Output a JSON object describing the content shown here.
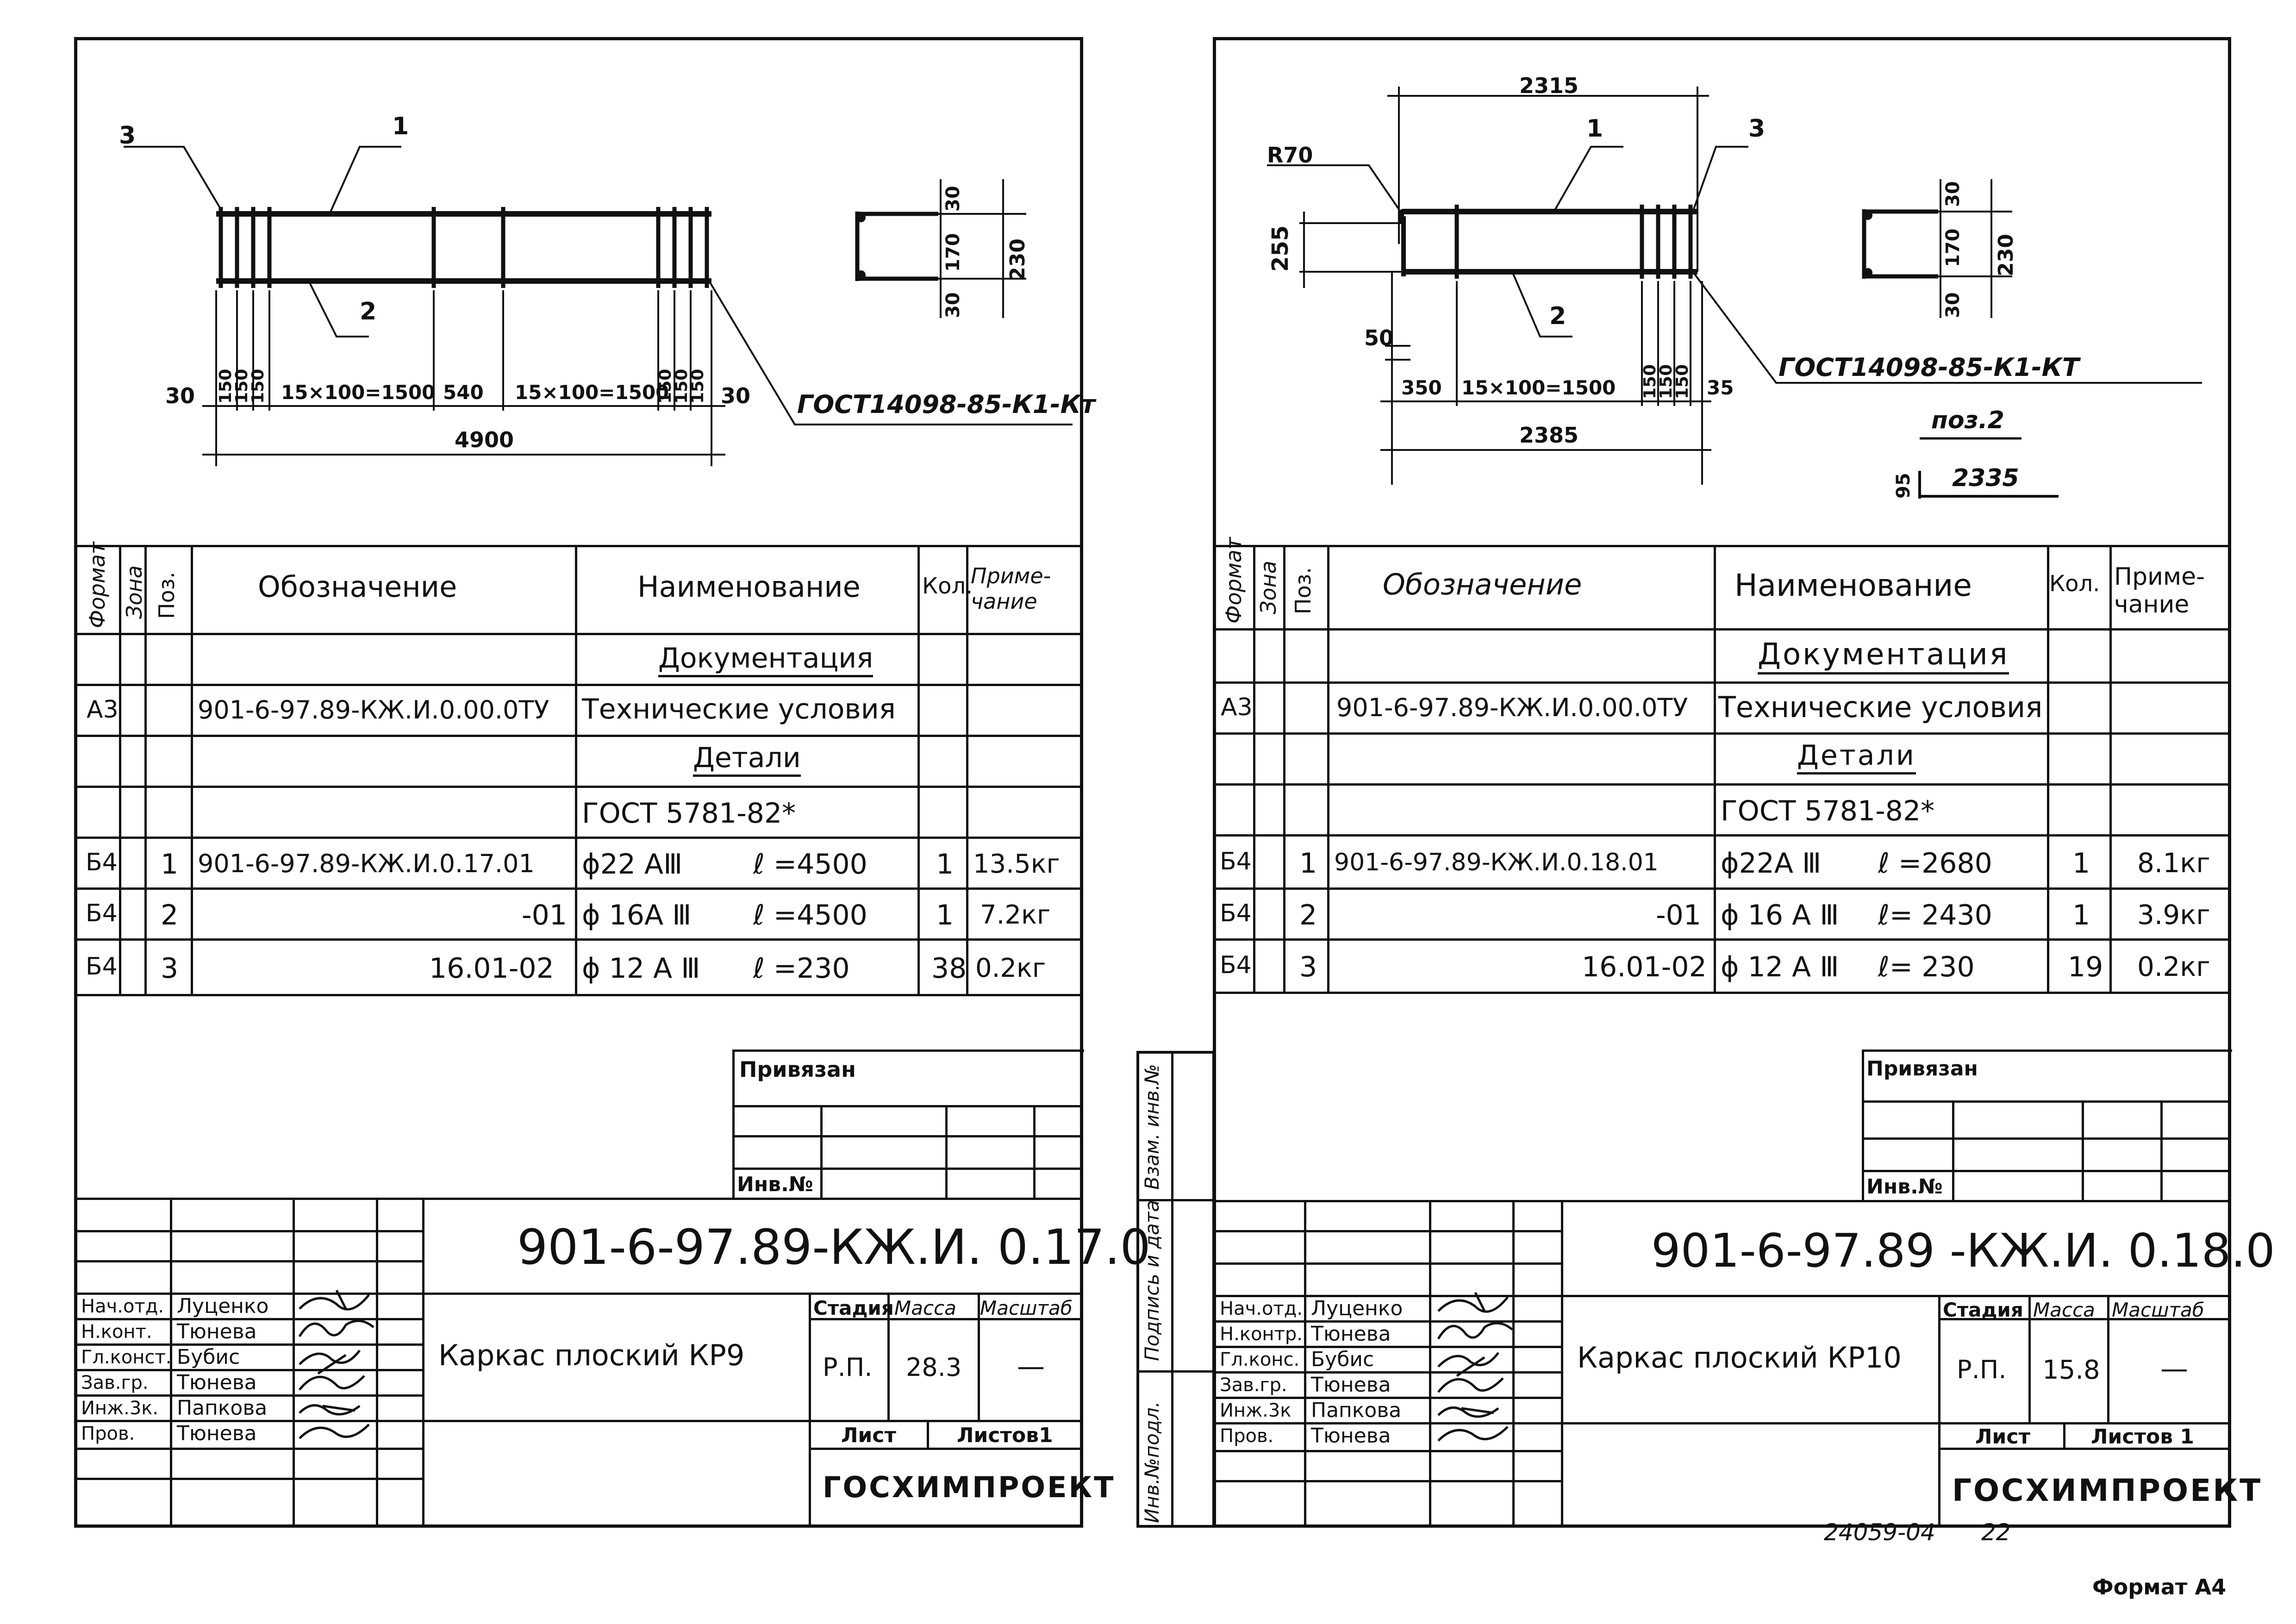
{
  "sheets": [
    {
      "drawing": {
        "callouts": [
          "3",
          "1",
          "2"
        ],
        "dims": [
          "30",
          "150",
          "150",
          "150",
          "15×100=1500",
          "540",
          "15×100=1500",
          "150",
          "150",
          "150",
          "30"
        ],
        "total": "4900",
        "gost": "ГОСТ14098-85-К1-Кт",
        "section": {
          "top": "30",
          "mid": "170",
          "bottom": "30",
          "total": "230"
        }
      },
      "table": {
        "headers": {
          "format": "Формат",
          "zone": "Зона",
          "pos": "Поз.",
          "designation": "Обозначение",
          "name": "Наименование",
          "qty": "Кол.",
          "note": "Приме-\nчание"
        },
        "section_doc": "Документация",
        "doc_row": {
          "format": "А3",
          "designation": "901-6-97.89-КЖ.И.0.00.0ТУ",
          "name": "Технические условия"
        },
        "section_parts": "Детали",
        "gost_row": {
          "name": "ГОСТ 5781-82*"
        },
        "items": [
          {
            "format": "Б4",
            "pos": "1",
            "designation": "901-6-97.89-КЖ.И.0.17.01",
            "dia": "ϕ22 АⅢ",
            "length": "ℓ =4500",
            "qty": "1",
            "note": "13.5кг"
          },
          {
            "format": "Б4",
            "pos": "2",
            "designation": "-01",
            "dia": "ϕ 16А Ⅲ",
            "length": "ℓ =4500",
            "qty": "1",
            "note": "7.2кг"
          },
          {
            "format": "Б4",
            "pos": "3",
            "designation": "16.01-02",
            "dia": "ϕ 12 А Ⅲ",
            "length": "ℓ =230",
            "qty": "38",
            "note": "0.2кг"
          }
        ]
      },
      "privyazan": "Привязан",
      "inv": "Инв.№",
      "title_block": {
        "code": "901-6-97.89-КЖ.И. 0.17.0",
        "name": "Каркас плоский КР9",
        "stage_label": "Стадия",
        "mass_label": "Масса",
        "scale_label": "Масштаб",
        "stage": "Р.П.",
        "mass": "28.3",
        "scale": "—",
        "sheet_label": "Лист",
        "sheets_label": "Листов1",
        "org": "ГОСХИМПРОЕКТ",
        "roles": [
          {
            "role": "Нач.отд.",
            "person": "Луценко"
          },
          {
            "role": "Н.конт.",
            "person": "Тюнева"
          },
          {
            "role": "Гл.конст.",
            "person": "Бубис"
          },
          {
            "role": "Зав.гр.",
            "person": "Тюнева"
          },
          {
            "role": "Инж.3к.",
            "person": "Папкова"
          },
          {
            "role": "Пров.",
            "person": "Тюнева"
          }
        ]
      }
    },
    {
      "drawing": {
        "callouts": [
          "1",
          "3",
          "2"
        ],
        "radius": "R70",
        "top_dim": "2315",
        "height": "255",
        "hook": "50",
        "dims": [
          "350",
          "15×100=1500",
          "150",
          "150",
          "150",
          "35"
        ],
        "total": "2385",
        "gost": "ГОСТ14098-85-К1-КТ",
        "pos_label": "поз.2",
        "pos_vert": "95",
        "pos_len": "2335",
        "section": {
          "top": "30",
          "mid": "170",
          "bottom": "30",
          "total": "230"
        }
      },
      "table": {
        "headers": {
          "format": "Формат",
          "zone": "Зона",
          "pos": "Поз.",
          "designation": "Обозначение",
          "name": "Наименование",
          "qty": "Кол.",
          "note": "Приме-\nчание"
        },
        "section_doc": "Документация",
        "doc_row": {
          "format": "А3",
          "designation": "901-6-97.89-КЖ.И.0.00.0ТУ",
          "name": "Технические условия"
        },
        "section_parts": "Детали",
        "gost_row": {
          "name": "ГОСТ 5781-82*"
        },
        "items": [
          {
            "format": "Б4",
            "pos": "1",
            "designation": "901-6-97.89-КЖ.И.0.18.01",
            "dia": "ϕ22А Ⅲ",
            "length": "ℓ =2680",
            "qty": "1",
            "note": "8.1кг"
          },
          {
            "format": "Б4",
            "pos": "2",
            "designation": "-01",
            "dia": "ϕ 16 А Ⅲ",
            "length": "ℓ= 2430",
            "qty": "1",
            "note": "3.9кг"
          },
          {
            "format": "Б4",
            "pos": "3",
            "designation": "16.01-02",
            "dia": "ϕ 12 А Ⅲ",
            "length": "ℓ= 230",
            "qty": "19",
            "note": "0.2кг"
          }
        ]
      },
      "privyazan": "Привязан",
      "inv": "Инв.№",
      "side_labels": [
        "Инв.№подл.",
        "Подпись и дата",
        "Взам. инв.№"
      ],
      "title_block": {
        "code": "901-6-97.89 -КЖ.И. 0.18.0",
        "name": "Каркас плоский КР10",
        "stage_label": "Стадия",
        "mass_label": "Масса",
        "scale_label": "Масштаб",
        "stage": "Р.П.",
        "mass": "15.8",
        "scale": "—",
        "sheet_label": "Лист",
        "sheets_label": "Листов 1",
        "org": "ГОСХИМПРОЕКТ",
        "roles": [
          {
            "role": "Нач.отд.",
            "person": "Луценко"
          },
          {
            "role": "Н.контр.",
            "person": "Тюнева"
          },
          {
            "role": "Гл.конс.",
            "person": "Бубис"
          },
          {
            "role": "Зав.гр.",
            "person": "Тюнева"
          },
          {
            "role": "Инж.3к",
            "person": "Папкова"
          },
          {
            "role": "Пров.",
            "person": "Тюнева"
          }
        ]
      }
    }
  ],
  "footer": {
    "stamp": "24059-04",
    "page": "22",
    "format": "Формат А4"
  }
}
